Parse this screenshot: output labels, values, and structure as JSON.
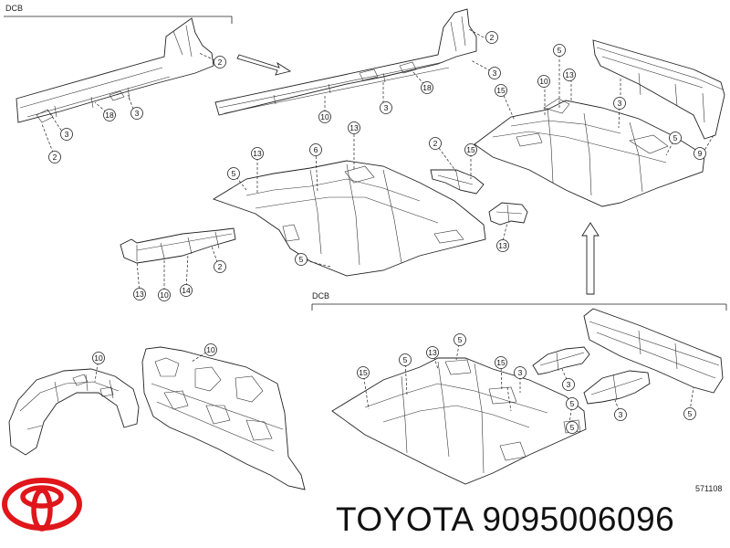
{
  "diagram": {
    "section_labels": {
      "top": "DCB",
      "bottom": "DCB"
    },
    "figure_code": "571108",
    "callouts": {
      "c1": "2",
      "c2": "3",
      "c3": "2",
      "c4": "18",
      "c5": "3",
      "c6": "2",
      "c7": "3",
      "c8": "18",
      "c9": "10",
      "c10": "3",
      "c11": "5",
      "c12": "10",
      "c13": "13",
      "c14": "15",
      "c15": "3",
      "c16": "5",
      "c17": "9",
      "c18": "13",
      "c19": "6",
      "c20": "13",
      "c21": "5",
      "c22": "5",
      "c23": "2",
      "c24": "15",
      "c25": "13",
      "c26": "13",
      "c27": "10",
      "c28": "14",
      "c29": "2",
      "c30": "10",
      "c31": "10",
      "c32": "5",
      "c33": "13",
      "c34": "5",
      "c35": "15",
      "c36": "15",
      "c37": "3",
      "c38": "3",
      "c39": "5",
      "c40": "5",
      "c41": "3",
      "c42": "5"
    }
  },
  "footer": {
    "brand_text": "TOYOTA 9095006096",
    "logo_name": "toyota-logo"
  }
}
